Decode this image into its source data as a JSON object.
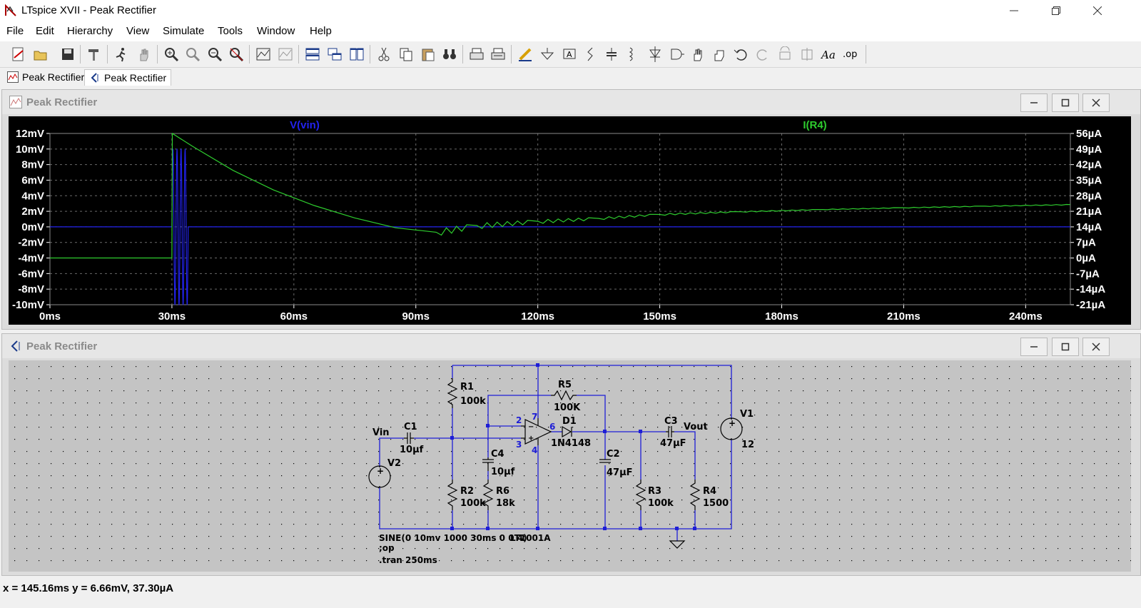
{
  "window": {
    "title": "LTspice XVII - Peak Rectifier"
  },
  "menu": [
    "File",
    "Edit",
    "Hierarchy",
    "View",
    "Simulate",
    "Tools",
    "Window",
    "Help"
  ],
  "tabs": [
    {
      "label": "Peak Rectifier",
      "icon": "waveform-icon"
    },
    {
      "label": "Peak Rectifier",
      "icon": "schematic-icon"
    }
  ],
  "waveform": {
    "title": "Peak Rectifier",
    "trace_labels": {
      "left": "V(vin)",
      "right": "I(R4)"
    },
    "colors": {
      "vin": "#2222ee",
      "ir4": "#2ecc2e",
      "background": "#000000",
      "axis_text": "#ffffff"
    },
    "chart_data": {
      "type": "line",
      "x_ticks": [
        "0ms",
        "30ms",
        "60ms",
        "90ms",
        "120ms",
        "150ms",
        "180ms",
        "210ms",
        "240ms"
      ],
      "xlim_ms": [
        0,
        251
      ],
      "y_left_ticks": [
        "12mV",
        "10mV",
        "8mV",
        "6mV",
        "4mV",
        "2mV",
        "0mV",
        "-2mV",
        "-4mV",
        "-6mV",
        "-8mV",
        "-10mV"
      ],
      "ylim_left_mV": [
        -10,
        12
      ],
      "y_right_ticks": [
        "56µA",
        "49µA",
        "42µA",
        "35µA",
        "28µA",
        "21µA",
        "14µA",
        "7µA",
        "0µA",
        "-7µA",
        "-14µA",
        "-21µA"
      ],
      "ylim_right_uA": [
        -21,
        56
      ],
      "grid": true,
      "series": [
        {
          "name": "V(vin)",
          "axis": "left",
          "description": "0mV baseline with 4 cycles of 1000Hz 10mV sine starting at 30ms",
          "x_ms": [
            0,
            30,
            34,
            251
          ],
          "y_mV": [
            0,
            0,
            0,
            0
          ],
          "burst": {
            "start_ms": 30,
            "cycles": 4,
            "freq_hz": 1000,
            "amplitude_mV": 10
          }
        },
        {
          "name": "I(R4)",
          "axis": "right",
          "x_ms": [
            0,
            30,
            30.1,
            35,
            45,
            55,
            65,
            75,
            85,
            95,
            105,
            120,
            135,
            150,
            170,
            190,
            210,
            230,
            251
          ],
          "y_uA": [
            0,
            0,
            56,
            50.3,
            39.4,
            30.6,
            23.6,
            18.0,
            13.6,
            11.6,
            14.6,
            16.5,
            17.8,
            19.6,
            20.8,
            21.8,
            22.6,
            23.3,
            24.0
          ]
        }
      ]
    }
  },
  "schematic": {
    "title": "Peak Rectifier",
    "components": {
      "R1": {
        "name": "R1",
        "value": "100k"
      },
      "R2": {
        "name": "R2",
        "value": "100k"
      },
      "R3": {
        "name": "R3",
        "value": "100k"
      },
      "R4": {
        "name": "R4",
        "value": "1500"
      },
      "R5": {
        "name": "R5",
        "value": "100K"
      },
      "R6": {
        "name": "R6",
        "value": "18k"
      },
      "C1": {
        "name": "C1",
        "value": "10µf"
      },
      "C2": {
        "name": "C2",
        "value": "47µF"
      },
      "C3": {
        "name": "C3",
        "value": "47µF"
      },
      "C4": {
        "name": "C4",
        "value": "10µf"
      },
      "D1": {
        "name": "D1",
        "value": "1N4148"
      },
      "V1": {
        "name": "V1",
        "value": "12"
      },
      "V2": {
        "name": "V2",
        "value": "SINE(0 10mv 1000 30ms 0 0 4)"
      },
      "U1": {
        "model": "LT1001A",
        "pins": [
          "2",
          "7",
          "6",
          "3",
          "4"
        ]
      }
    },
    "nets": {
      "in": "Vin",
      "out": "Vout"
    },
    "directives": [
      ";op",
      ".tran 250ms"
    ]
  },
  "status": {
    "text": "x = 145.16ms    y = 6.66mV, 37.30µA"
  }
}
